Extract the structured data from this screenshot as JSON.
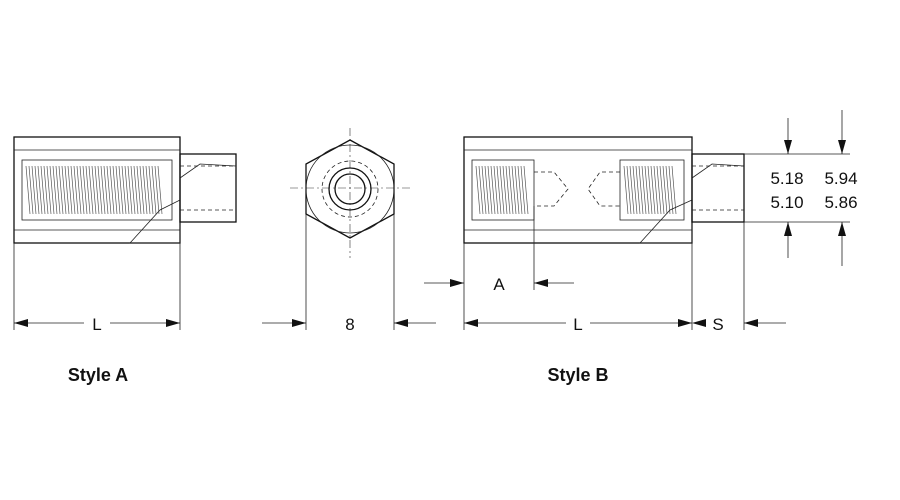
{
  "dimensions": {
    "style_a_length": "L",
    "hex_size": "8",
    "style_b_a": "A",
    "style_b_length": "L",
    "stud_length": "S",
    "stud_dia_min_col1_upper": "5.18",
    "stud_dia_min_col1_lower": "5.10",
    "stud_dia_max_col2_upper": "5.94",
    "stud_dia_max_col2_lower": "5.86"
  },
  "captions": {
    "style_a": "Style A",
    "style_b": "Style B"
  }
}
